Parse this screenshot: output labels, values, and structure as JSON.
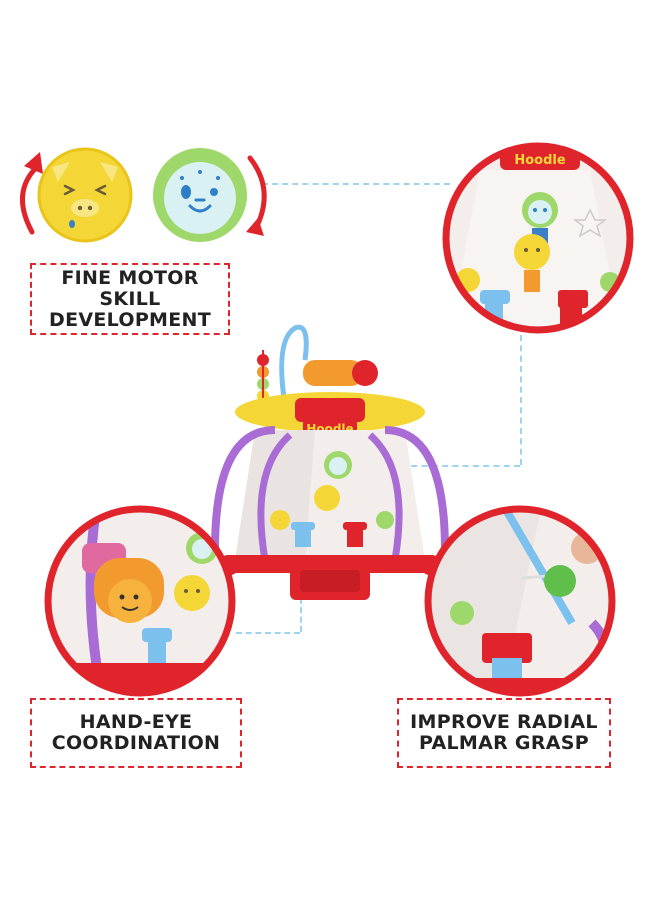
{
  "labels": {
    "fine_motor": "FINE MOTOR\nSKILL\nDEVELOPMENT",
    "hand_eye": "HAND-EYE\nCOORDINATION",
    "radial_grasp": "IMPROVE RADIAL\nPALMAR GRASP"
  },
  "toy": {
    "brand_text": "Hoodle"
  },
  "colors": {
    "accent_red": "#e0242c",
    "connector_blue": "#9fd3ee",
    "text": "#222222"
  },
  "icons": [
    "rotate-arrow-left-icon",
    "rotate-arrow-right-icon",
    "pig-face-disc-icon",
    "monkey-face-disc-icon"
  ]
}
